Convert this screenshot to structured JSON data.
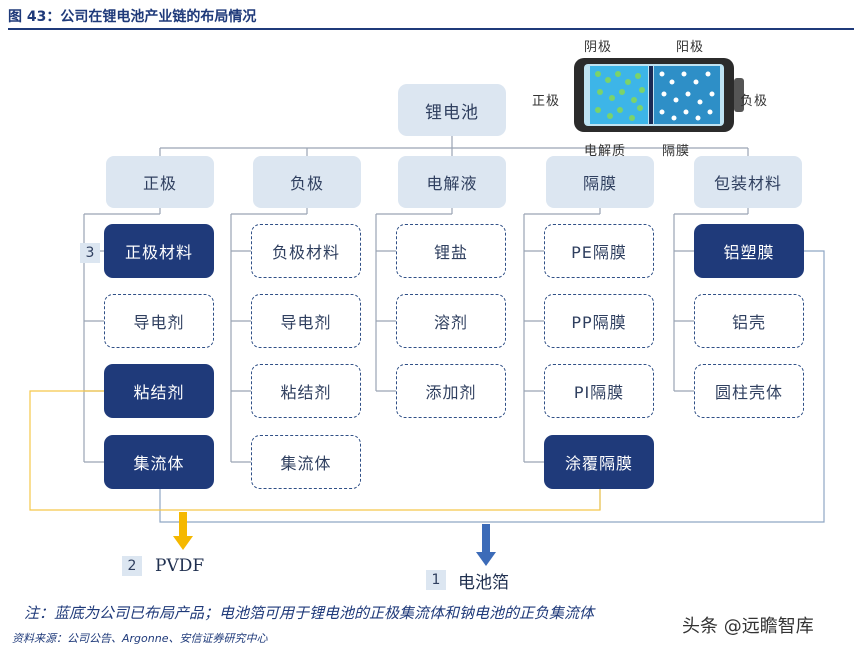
{
  "title": "图 43：公司在锂电池产业链的布局情况",
  "root": "锂电池",
  "columns": [
    {
      "category": "正极",
      "items": [
        {
          "label": "正极材料",
          "style": "filled"
        },
        {
          "label": "导电剂",
          "style": "dashed"
        },
        {
          "label": "粘结剂",
          "style": "filled"
        },
        {
          "label": "集流体",
          "style": "filled"
        }
      ]
    },
    {
      "category": "负极",
      "items": [
        {
          "label": "负极材料",
          "style": "dashed"
        },
        {
          "label": "导电剂",
          "style": "dashed"
        },
        {
          "label": "粘结剂",
          "style": "dashed"
        },
        {
          "label": "集流体",
          "style": "dashed"
        }
      ]
    },
    {
      "category": "电解液",
      "items": [
        {
          "label": "锂盐",
          "style": "dashed"
        },
        {
          "label": "溶剂",
          "style": "dashed"
        },
        {
          "label": "添加剂",
          "style": "dashed"
        }
      ]
    },
    {
      "category": "隔膜",
      "items": [
        {
          "label": "PE隔膜",
          "style": "dashed"
        },
        {
          "label": "PP隔膜",
          "style": "dashed"
        },
        {
          "label": "PI隔膜",
          "style": "dashed"
        },
        {
          "label": "涂覆隔膜",
          "style": "filled"
        }
      ]
    },
    {
      "category": "包装材料",
      "items": [
        {
          "label": "铝塑膜",
          "style": "filled"
        },
        {
          "label": "铝壳",
          "style": "dashed"
        },
        {
          "label": "圆柱壳体",
          "style": "dashed"
        }
      ]
    }
  ],
  "markers": {
    "m3": {
      "num": "3"
    },
    "m2": {
      "num": "2",
      "label": "PVDF"
    },
    "m1": {
      "num": "1",
      "label": "电池箔"
    }
  },
  "battery_labels": {
    "cathode": "阴极",
    "anode": "阳极",
    "positive": "正极",
    "negative": "负极",
    "electrolyte": "电解质",
    "separator": "隔膜"
  },
  "note": "注：蓝底为公司已布局产品；电池箔可用于锂电池的正极集流体和钠电池的正负集流体",
  "source": "资料来源：公司公告、Argonne、安信证券研究中心",
  "watermark": "头条 @远瞻智库",
  "colors": {
    "navy": "#1f3a7a",
    "light": "#dce6f1",
    "yellow": "#f5b800",
    "arrow_blue": "#3c6bb8",
    "dash": "#2f4f86"
  }
}
